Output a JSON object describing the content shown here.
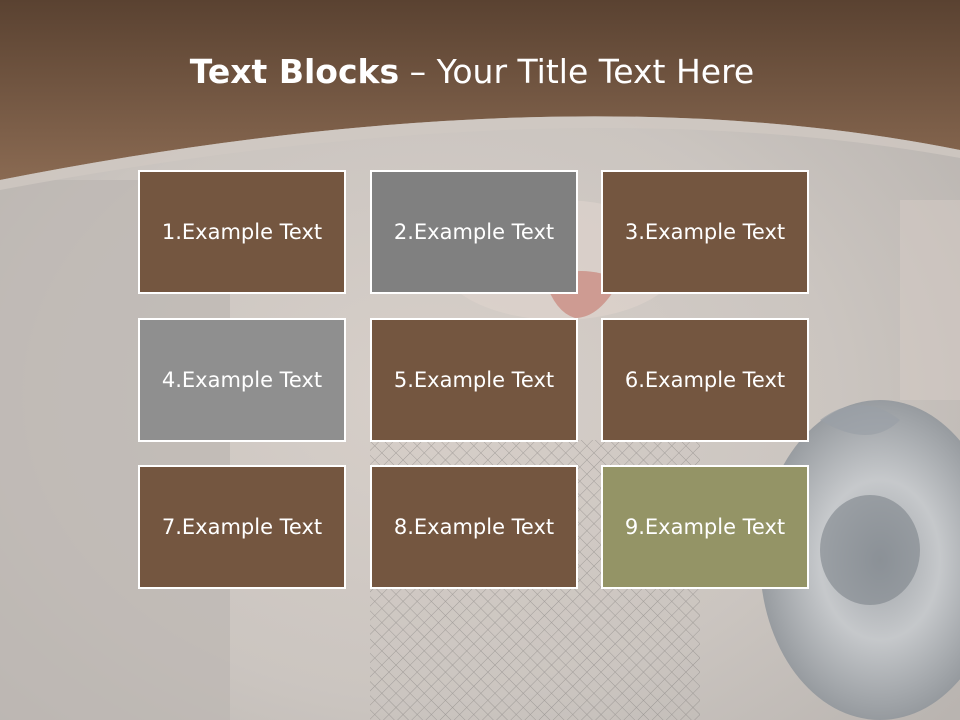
{
  "title": {
    "bold": "Text Blocks",
    "rest": " – Your Title Text Here"
  },
  "colors": {
    "header_band": "#6e513c",
    "block_brown": "#745640",
    "block_slate": "#808080",
    "block_silver": "#8f8f8f",
    "block_olive": "#949466",
    "block_border": "#ffffff"
  },
  "blocks": [
    {
      "label": "1.Example Text",
      "fill": "#745640"
    },
    {
      "label": "2.Example Text",
      "fill": "#808080"
    },
    {
      "label": "3.Example Text",
      "fill": "#745640"
    },
    {
      "label": "4.Example Text",
      "fill": "#8f8f8f"
    },
    {
      "label": "5.Example Text",
      "fill": "#745640"
    },
    {
      "label": "6.Example Text",
      "fill": "#745640"
    },
    {
      "label": "7.Example Text",
      "fill": "#745640"
    },
    {
      "label": "8.Example Text",
      "fill": "#745640"
    },
    {
      "label": "9.Example Text",
      "fill": "#949466"
    }
  ]
}
